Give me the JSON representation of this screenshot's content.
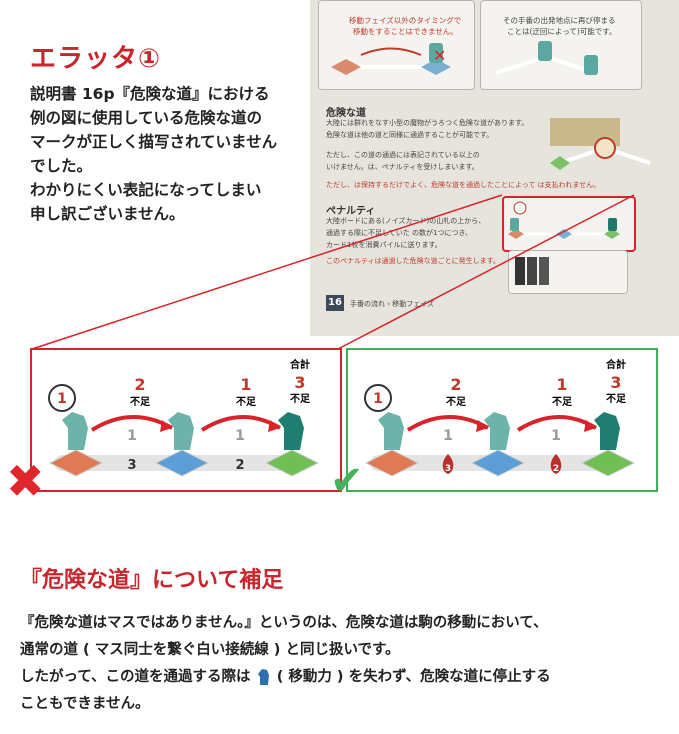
{
  "errata": {
    "title": "エラッタ①",
    "lines": [
      "説明書 16p『危険な道』における",
      "例の図に使用している危険な道の",
      "マークが正しく描写されていません",
      "でした。",
      "わかりにくい表記になってしまい",
      "申し訳ございません。"
    ]
  },
  "manual": {
    "box1_line1": "移動フェイズ以外のタイミングで",
    "box1_line2": "移動をすることはできません。",
    "box2_line1": "その手番の出発地点に再び停まる",
    "box2_line2": "ことは(迂回によって)可能です。",
    "danger_heading": "危険な道",
    "danger_text1": "大陸には群れをなす小型の魔物がうろつく危険な道があります。",
    "danger_text2": "危険な道は他の道と同様に通過することが可能です。",
    "danger_text3": "ただし、この道の通過には表記されている以上の",
    "danger_text4": "いけません。は、ペナルティを受けしまいます。",
    "danger_text5": "ただし、は保持するだけでよく、危険な道を通過したことによって は支払われません。",
    "penalty_heading": "ペナルティ",
    "penalty_text1": "大陸ボードにある(ノイズカード)の山札の上から、",
    "penalty_text2": "通過する際に不足していた の数が1つにつき、",
    "penalty_text3": "カード1枚を消費パイルに送ります。",
    "penalty_text4": "このペナルティは通過した危険な道ごとに発生します。",
    "page_number": "16",
    "footer": "手番の流れ › 移動フェイズ"
  },
  "diagram": {
    "total_label": "合計",
    "short_label": "不足",
    "start_value": "1",
    "path_values": [
      "3",
      "2"
    ],
    "shortfall_values": [
      "2",
      "1"
    ],
    "total_value": "3",
    "move_value": "1",
    "wrong_mark": "✖",
    "right_mark": "✔"
  },
  "supplement": {
    "title": "『危険な道』について補足",
    "line1": "『危険な道はマスではありません。』というのは、危険な道は駒の移動において、",
    "line2": "通常の道 ( マス同士を繋ぐ白い接続線 ) と同じ扱いです。",
    "line3a": "したがって、この道を通過する際は",
    "line3b": "( 移動力 ) を失わず、危険な道に停止する",
    "line4": "こともできません。"
  },
  "colors": {
    "accent_red": "#c8252d",
    "wrong_red": "#d8232a",
    "right_green": "#3fb15a",
    "pawn_teal": "#5aa8a0"
  }
}
